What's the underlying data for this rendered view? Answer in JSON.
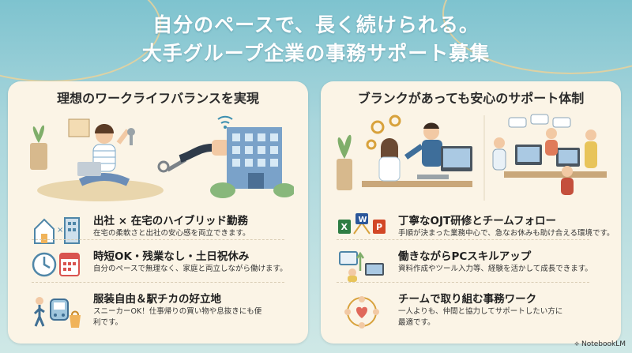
{
  "headline": {
    "line1": "自分のペースで、長く続けられる。",
    "line2": "大手グループ企業の事務サポート募集"
  },
  "left_panel": {
    "title": "理想のワークライフバランスを実現",
    "features": [
      {
        "icon": "house-building-icon",
        "title": "出社 × 在宅のハイブリッド勤務",
        "desc": "在宅の柔軟さと出社の安心感を両立できます。"
      },
      {
        "icon": "clock-calendar-icon",
        "title": "時短OK・残業なし・土日祝休み",
        "desc": "自分のペースで無理なく、家庭と両立しながら働けます。"
      },
      {
        "icon": "station-shopping-icon",
        "title": "服装自由＆駅チカの好立地",
        "desc": "スニーカーOK！仕事帰りの買い物や息抜きにも便利です。"
      }
    ]
  },
  "right_panel": {
    "title": "ブランクがあっても安心のサポート体制",
    "features": [
      {
        "icon": "office-apps-icon",
        "title": "丁寧なOJT研修とチームフォロー",
        "desc": "手順が決まった業務中心で、急なお休みも助け合える環境です。"
      },
      {
        "icon": "pc-skill-icon",
        "title": "働きながらPCスキルアップ",
        "desc": "資料作成やツール入力等、経験を活かして成長できます。"
      },
      {
        "icon": "team-heart-icon",
        "title": "チームで取り組む事務ワーク",
        "desc": "一人よりも、仲間と協力してサポートしたい方に最適です。"
      }
    ]
  },
  "footer": {
    "logo": "NotebookLM"
  }
}
